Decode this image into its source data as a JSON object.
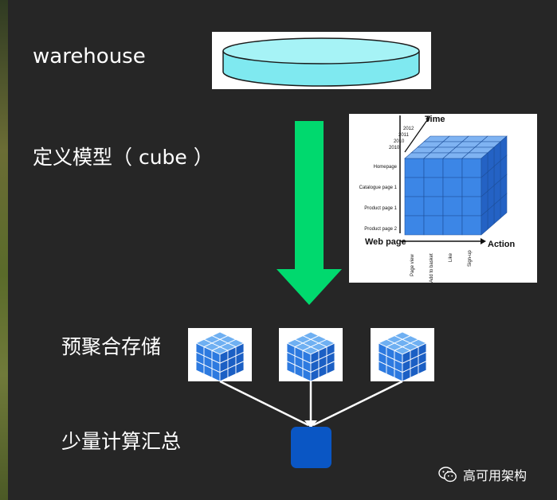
{
  "labels": {
    "warehouse": "warehouse",
    "define_model": "定义模型（ cube ）",
    "pre_aggregate": "预聚合存储",
    "small_compute": "少量计算汇总"
  },
  "cube_figure": {
    "axis_time": "Time",
    "axis_web_page": "Web page",
    "axis_action": "Action",
    "years": [
      "2012",
      "2011",
      "2010",
      "2010"
    ],
    "pages": [
      "Homepage",
      "Catalogue page 1",
      "Product page 1",
      "Product page 2"
    ],
    "actions": [
      "Page view",
      "Add to basket",
      "Like",
      "Sign-up"
    ]
  },
  "watermark": {
    "text": "高可用架构"
  },
  "colors": {
    "background": "#262626",
    "arrow": "#00d96e",
    "cylinder": "#7fe9f0",
    "cube_blue": "#2f7fe6",
    "result_block": "#0a56c4"
  }
}
